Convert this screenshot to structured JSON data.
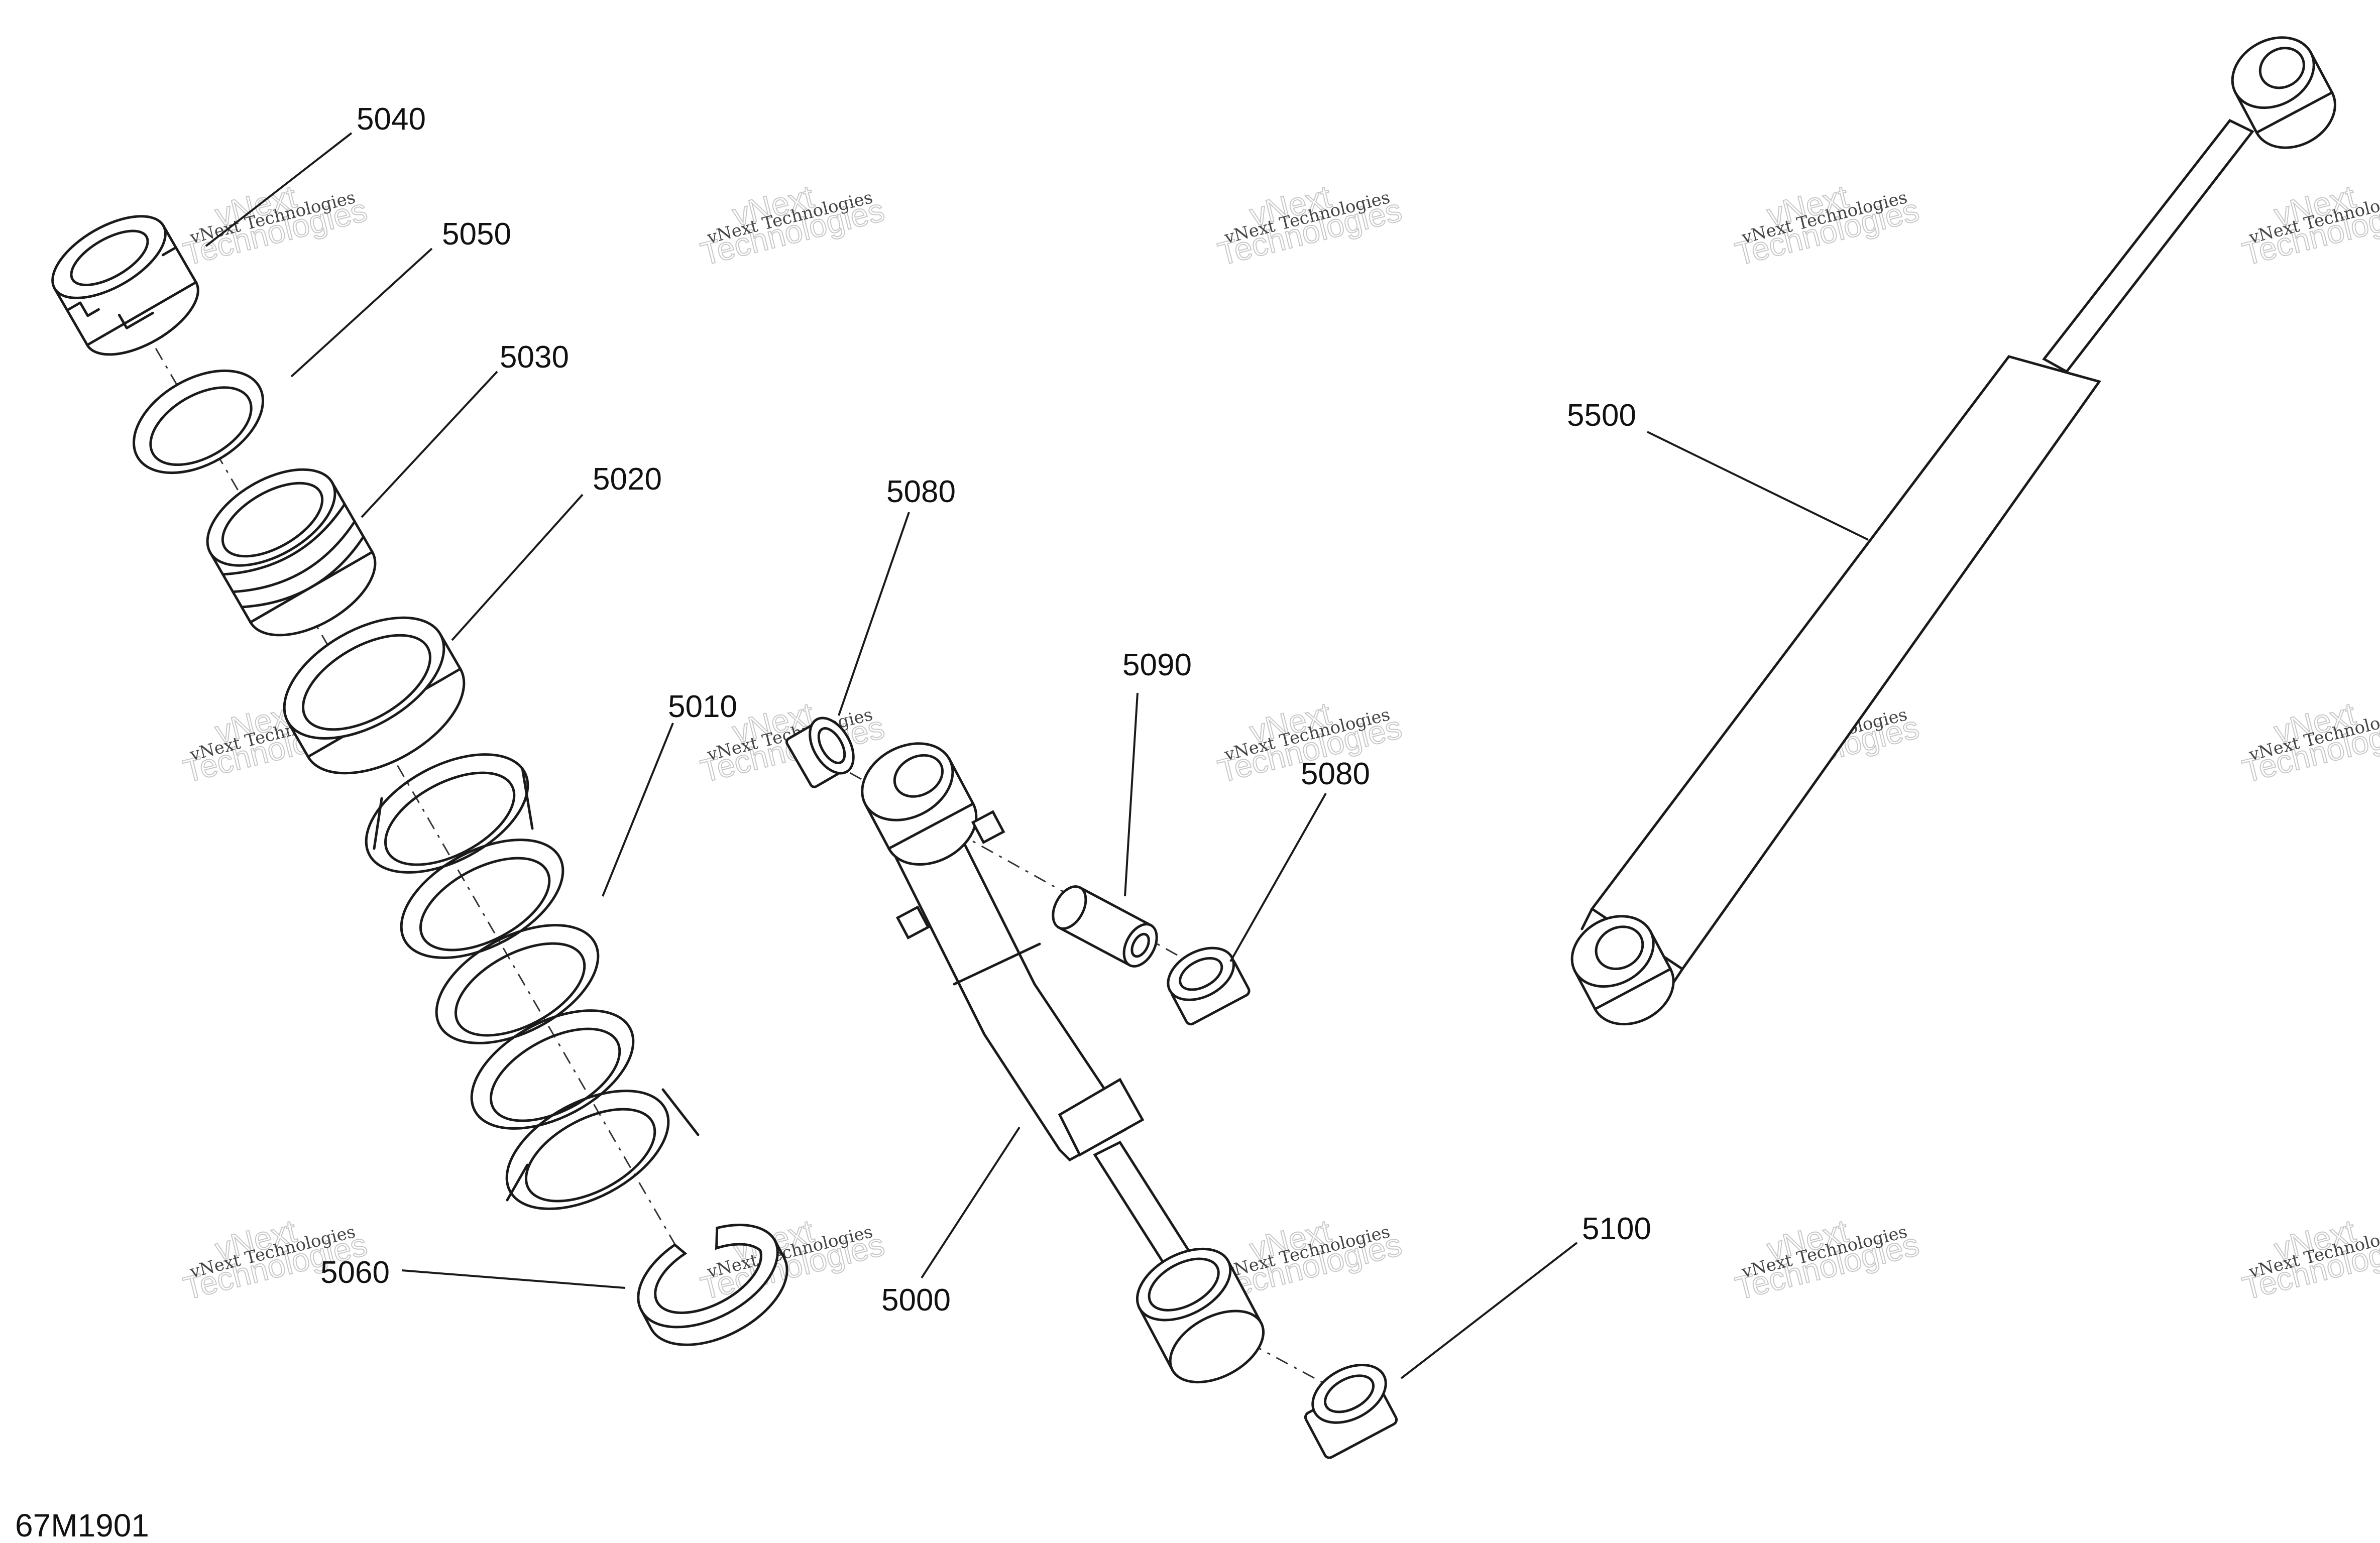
{
  "diagram_code": "67M1901",
  "watermark": {
    "line_small": "vNext Technologies",
    "line_large_1": "vNext",
    "line_large_2": "Technologies"
  },
  "callouts": {
    "c5040": "5040",
    "c5050": "5050",
    "c5030": "5030",
    "c5020": "5020",
    "c5010": "5010",
    "c5060": "5060",
    "c5080a": "5080",
    "c5080b": "5080",
    "c5090": "5090",
    "c5000": "5000",
    "c5100": "5100",
    "c5500": "5500"
  }
}
